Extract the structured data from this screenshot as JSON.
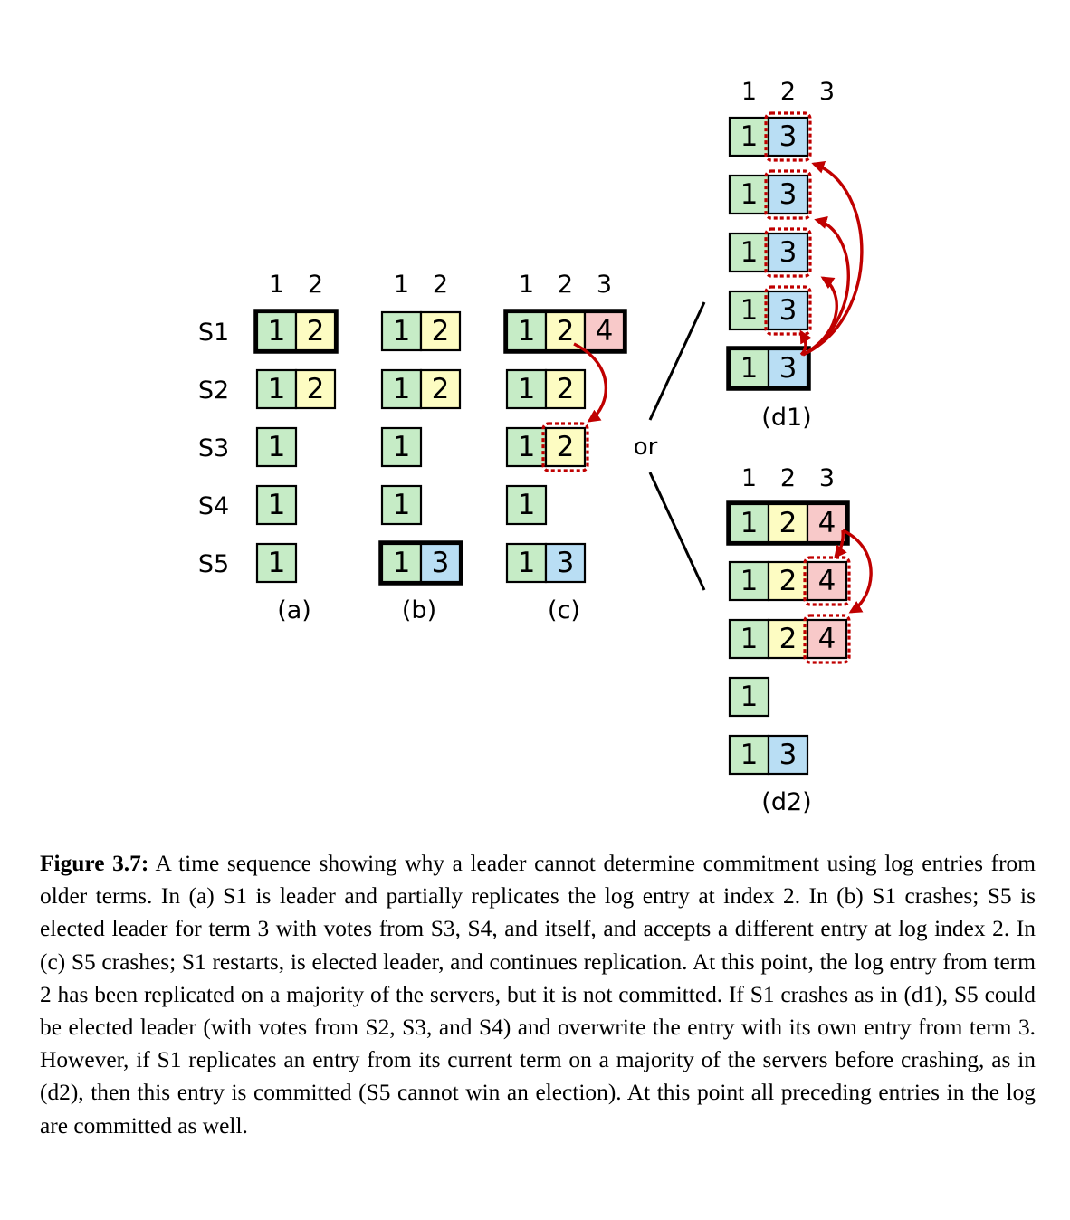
{
  "server_labels": [
    "S1",
    "S2",
    "S3",
    "S4",
    "S5"
  ],
  "or_label": "or",
  "panels": [
    {
      "id": "a",
      "label": "(a)",
      "indices": [
        "1",
        "2"
      ],
      "logs": [
        {
          "server": "S1",
          "entries": [
            1,
            2
          ],
          "leader": true
        },
        {
          "server": "S2",
          "entries": [
            1,
            2
          ],
          "leader": false
        },
        {
          "server": "S3",
          "entries": [
            1
          ],
          "leader": false
        },
        {
          "server": "S4",
          "entries": [
            1
          ],
          "leader": false
        },
        {
          "server": "S5",
          "entries": [
            1
          ],
          "leader": false
        }
      ]
    },
    {
      "id": "b",
      "label": "(b)",
      "indices": [
        "1",
        "2"
      ],
      "logs": [
        {
          "server": "S1",
          "entries": [
            1,
            2
          ],
          "leader": false
        },
        {
          "server": "S2",
          "entries": [
            1,
            2
          ],
          "leader": false
        },
        {
          "server": "S3",
          "entries": [
            1
          ],
          "leader": false
        },
        {
          "server": "S4",
          "entries": [
            1
          ],
          "leader": false
        },
        {
          "server": "S5",
          "entries": [
            1,
            3
          ],
          "leader": true
        }
      ]
    },
    {
      "id": "c",
      "label": "(c)",
      "indices": [
        "1",
        "2",
        "3"
      ],
      "logs": [
        {
          "server": "S1",
          "entries": [
            1,
            2,
            4
          ],
          "leader": true
        },
        {
          "server": "S2",
          "entries": [
            1,
            2
          ],
          "leader": false
        },
        {
          "server": "S3",
          "entries": [
            1,
            2
          ],
          "leader": false,
          "highlight_index": 2
        },
        {
          "server": "S4",
          "entries": [
            1
          ],
          "leader": false
        },
        {
          "server": "S5",
          "entries": [
            1,
            3
          ],
          "leader": false
        }
      ],
      "replication_arrows": [
        {
          "from_server": "S1",
          "to_server": "S3"
        }
      ]
    },
    {
      "id": "d1",
      "label": "(d1)",
      "indices": [
        "1",
        "2",
        "3"
      ],
      "logs": [
        {
          "server": "S1",
          "entries": [
            1,
            3
          ],
          "leader": false,
          "highlight_index": 2
        },
        {
          "server": "S2",
          "entries": [
            1,
            3
          ],
          "leader": false,
          "highlight_index": 2
        },
        {
          "server": "S3",
          "entries": [
            1,
            3
          ],
          "leader": false,
          "highlight_index": 2
        },
        {
          "server": "S4",
          "entries": [
            1,
            3
          ],
          "leader": false,
          "highlight_index": 2
        },
        {
          "server": "S5",
          "entries": [
            1,
            3
          ],
          "leader": true
        }
      ],
      "replication_arrows": [
        {
          "from_server": "S5",
          "to_server": "S1"
        },
        {
          "from_server": "S5",
          "to_server": "S2"
        },
        {
          "from_server": "S5",
          "to_server": "S3"
        },
        {
          "from_server": "S5",
          "to_server": "S4"
        }
      ]
    },
    {
      "id": "d2",
      "label": "(d2)",
      "indices": [
        "1",
        "2",
        "3"
      ],
      "logs": [
        {
          "server": "S1",
          "entries": [
            1,
            2,
            4
          ],
          "leader": true
        },
        {
          "server": "S2",
          "entries": [
            1,
            2,
            4
          ],
          "leader": false,
          "highlight_index": 3
        },
        {
          "server": "S3",
          "entries": [
            1,
            2,
            4
          ],
          "leader": false,
          "highlight_index": 3
        },
        {
          "server": "S4",
          "entries": [
            1
          ],
          "leader": false
        },
        {
          "server": "S5",
          "entries": [
            1,
            3
          ],
          "leader": false
        }
      ],
      "replication_arrows": [
        {
          "from_server": "S1",
          "to_server": "S2"
        },
        {
          "from_server": "S1",
          "to_server": "S3"
        }
      ]
    }
  ],
  "term_colors": {
    "1": "#c6ecc6",
    "2": "#fdfcc2",
    "3": "#b9def4",
    "4": "#f8c9c9"
  },
  "arrow_color": "#c00000",
  "caption": {
    "label": "Figure 3.7:",
    "text": " A time sequence showing why a leader cannot determine commitment using log entries from older terms. In (a) S1 is leader and partially replicates the log entry at index 2. In (b) S1 crashes; S5 is elected leader for term 3 with votes from S3, S4, and itself, and accepts a different entry at log index 2. In (c) S5 crashes; S1 restarts, is elected leader, and continues replication. At this point, the log entry from term 2 has been replicated on a majority of the servers, but it is not committed. If S1 crashes as in (d1), S5 could be elected leader (with votes from S2, S3, and S4) and overwrite the entry with its own entry from term 3. However, if S1 replicates an entry from its current term on a majority of the servers before crashing, as in (d2), then this entry is committed (S5 cannot win an election). At this point all preceding entries in the log are committed as well."
  }
}
